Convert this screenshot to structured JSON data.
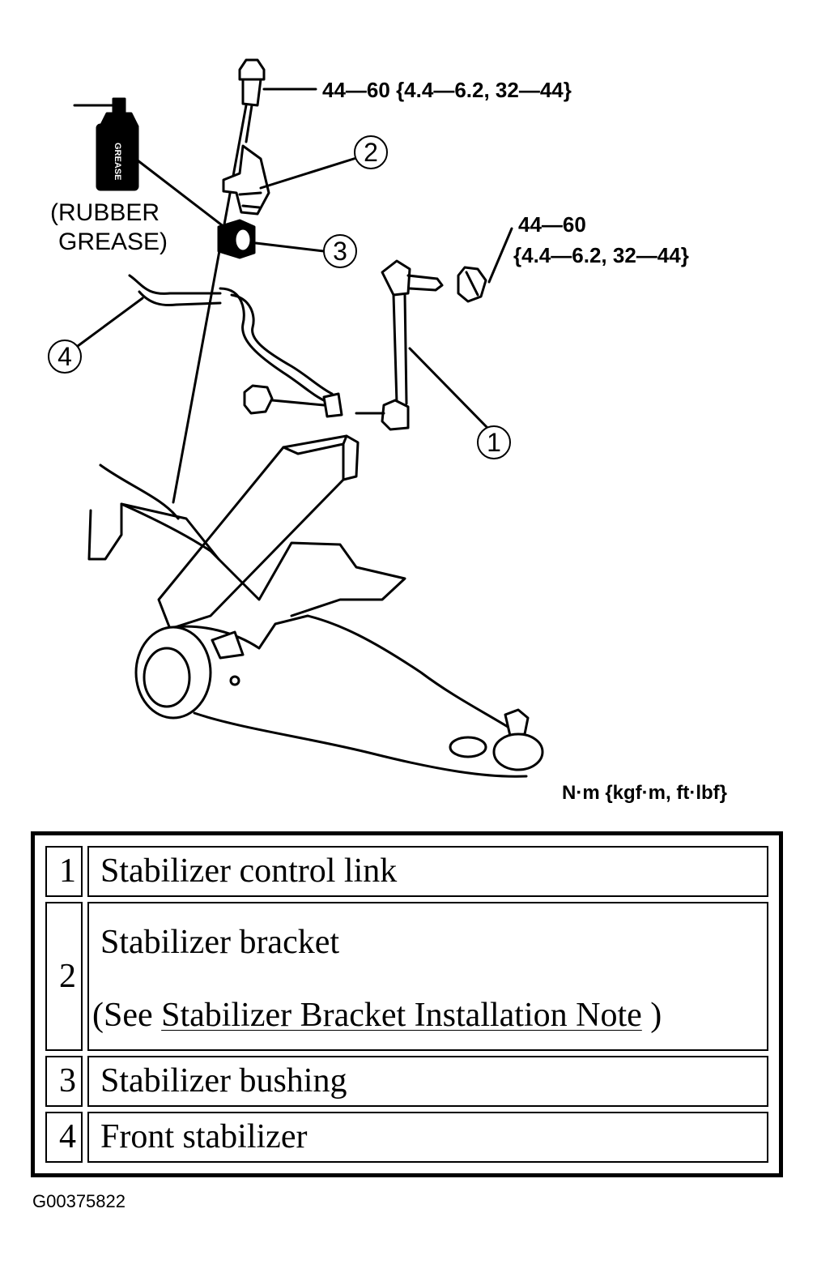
{
  "diagram": {
    "torque_top": "44—60 {4.4—6.2, 32—44}",
    "torque_right_line1": "44—60",
    "torque_right_line2": "{4.4—6.2, 32—44}",
    "grease_can_text": "GREASE",
    "grease_label_line1": "(RUBBER",
    "grease_label_line2": "GREASE)",
    "units": "N·m  {kgf·m, ft·lbf}",
    "callouts": [
      "1",
      "2",
      "3",
      "4"
    ]
  },
  "legend": [
    {
      "num": "1",
      "name": "Stabilizer control link"
    },
    {
      "num": "2",
      "name": "Stabilizer bracket",
      "note_prefix": "(See ",
      "note_link": "Stabilizer Bracket Installation Note",
      "note_suffix": " )"
    },
    {
      "num": "3",
      "name": "Stabilizer bushing"
    },
    {
      "num": "4",
      "name": "Front stabilizer"
    }
  ],
  "image_code": "G00375822"
}
